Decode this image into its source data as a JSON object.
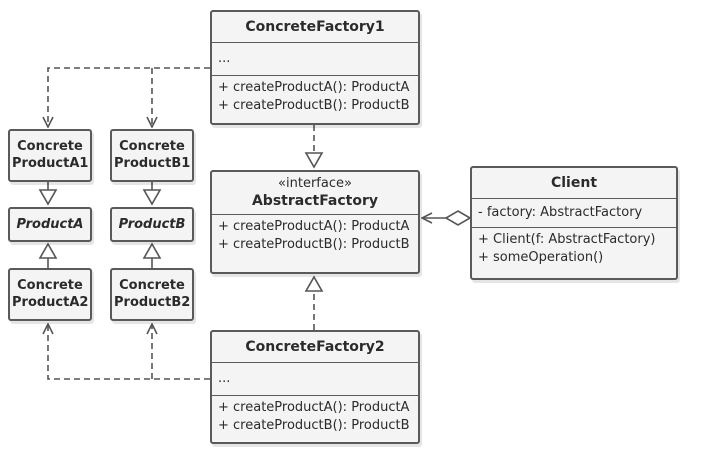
{
  "concrete_factory_1": {
    "name": "ConcreteFactory1",
    "fields": "...",
    "methods": [
      "+ createProductA(): ProductA",
      "+ createProductB(): ProductB"
    ]
  },
  "concrete_factory_2": {
    "name": "ConcreteFactory2",
    "fields": "...",
    "methods": [
      "+ createProductA(): ProductA",
      "+ createProductB(): ProductB"
    ]
  },
  "abstract_factory": {
    "stereotype": "«interface»",
    "name": "AbstractFactory",
    "methods": [
      "+ createProductA(): ProductA",
      "+ createProductB(): ProductB"
    ]
  },
  "client": {
    "name": "Client",
    "fields": [
      "- factory: AbstractFactory"
    ],
    "methods": [
      "+ Client(f: AbstractFactory)",
      "+ someOperation()"
    ]
  },
  "products": {
    "a1": [
      "Concrete",
      "ProductA1"
    ],
    "b1": [
      "Concrete",
      "ProductB1"
    ],
    "a": "ProductA",
    "b": "ProductB",
    "a2": [
      "Concrete",
      "ProductA2"
    ],
    "b2": [
      "Concrete",
      "ProductB2"
    ]
  },
  "colors": {
    "border": "#5a5a5a",
    "fill": "#f4f4f4",
    "line": "#555555",
    "text": "#2b2b2b"
  }
}
